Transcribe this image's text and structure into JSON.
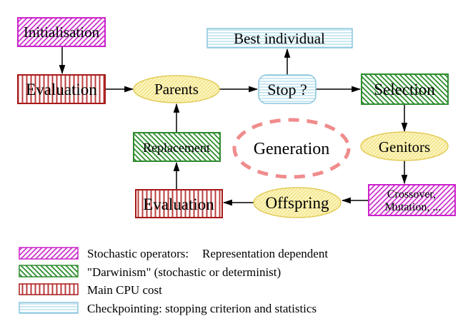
{
  "nodes": {
    "initialisation": "Initialisation",
    "evaluation_top": "Evaluation",
    "parents": "Parents",
    "stop": "Stop ?",
    "best_individual": "Best individual",
    "selection": "Selection",
    "genitors": "Genitors",
    "crossover_line1": "Crossover,",
    "crossover_line2": "Mutation, ...",
    "offspring": "Offspring",
    "evaluation_bottom": "Evaluation",
    "replacement": "Replacement",
    "generation": "Generation"
  },
  "edges": [
    {
      "from": "Initialisation",
      "to": "Evaluation"
    },
    {
      "from": "Evaluation",
      "to": "Parents"
    },
    {
      "from": "Parents",
      "to": "Stop ?"
    },
    {
      "from": "Stop ?",
      "to": "Best individual"
    },
    {
      "from": "Stop ?",
      "to": "Selection"
    },
    {
      "from": "Selection",
      "to": "Genitors"
    },
    {
      "from": "Genitors",
      "to": "Crossover, Mutation, ..."
    },
    {
      "from": "Crossover, Mutation, ...",
      "to": "Offspring"
    },
    {
      "from": "Offspring",
      "to": "Evaluation"
    },
    {
      "from": "Evaluation",
      "to": "Replacement"
    },
    {
      "from": "Replacement",
      "to": "Parents"
    }
  ],
  "legend": {
    "stochastic_label": "Stochastic operators:",
    "stochastic_suffix": "Representation dependent",
    "darwinism_label": "\"Darwinism\" (stochastic or determinist)",
    "cpu_label": "Main CPU cost",
    "checkpoint_label": "Checkpointing: stopping criterion and statistics"
  },
  "colors": {
    "magenta": "#cc22cc",
    "magenta_text": "#cc00cc",
    "green": "#2e8b2e",
    "green_text": "#187818",
    "red": "#a81818",
    "red_text": "#cc2222",
    "cyan": "#8cc6de",
    "cyan_text": "#a3cfe8",
    "yellow_border": "#e2cc5a",
    "gold_text": "#ecc43c",
    "salmon": "#f08c8c",
    "arrow": "#000000"
  }
}
